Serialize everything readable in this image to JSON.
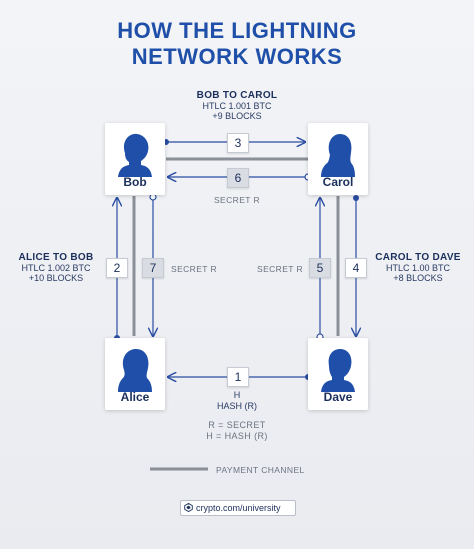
{
  "title_line1": "HOW THE LIGHTNING",
  "title_line2": "NETWORK WORKS",
  "nodes": {
    "bob": "Bob",
    "carol": "Carol",
    "alice": "Alice",
    "dave": "Dave"
  },
  "bob_to_carol": {
    "head": "BOB TO CAROL",
    "htlc": "HTLC 1.001 BTC",
    "blocks": "+9 BLOCKS"
  },
  "alice_to_bob": {
    "head": "ALICE TO BOB",
    "htlc": "HTLC 1.002 BTC",
    "blocks": "+10 BLOCKS"
  },
  "carol_to_dave": {
    "head": "CAROL TO DAVE",
    "htlc": "HTLC 1.00 BTC",
    "blocks": "+8 BLOCKS"
  },
  "steps": {
    "s1": "1",
    "s2": "2",
    "s3": "3",
    "s4": "4",
    "s5": "5",
    "s6": "6",
    "s7": "7"
  },
  "secret_r_top": "SECRET R",
  "secret_r_left": "SECRET R",
  "secret_r_right": "SECRET R",
  "h_label": "H",
  "hash_label": "HASH (R)",
  "def_r": "R = SECRET",
  "def_h": "H = HASH (R)",
  "legend_label": "PAYMENT CHANNEL",
  "footer_text": "crypto.com/university",
  "colors": {
    "accent": "#1f4fa8",
    "arrow": "#2b4ea3",
    "channel": "#8a8f98"
  }
}
